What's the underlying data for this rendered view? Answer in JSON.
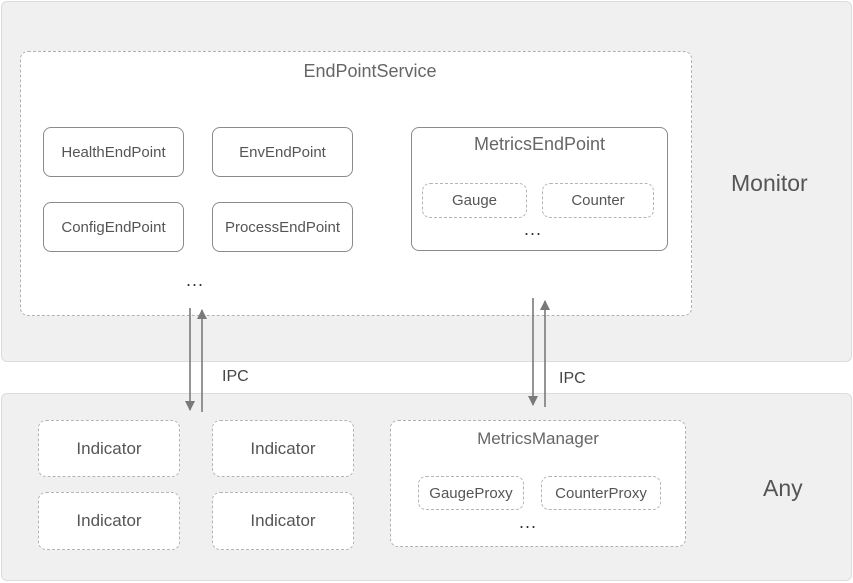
{
  "monitor": {
    "label": "Monitor",
    "endpoint_service": {
      "title": "EndPointService",
      "endpoints": [
        "HealthEndPoint",
        "EnvEndPoint",
        "ConfigEndPoint",
        "ProcessEndPoint"
      ],
      "ellipsis": "...",
      "metrics_endpoint": {
        "title": "MetricsEndPoint",
        "items": [
          "Gauge",
          "Counter"
        ],
        "ellipsis": "..."
      }
    }
  },
  "any": {
    "label": "Any",
    "indicators": [
      "Indicator",
      "Indicator",
      "Indicator",
      "Indicator"
    ],
    "metrics_manager": {
      "title": "MetricsManager",
      "items": [
        "GaugeProxy",
        "CounterProxy"
      ],
      "ellipsis": "..."
    }
  },
  "ipc_left": "IPC",
  "ipc_right": "IPC"
}
